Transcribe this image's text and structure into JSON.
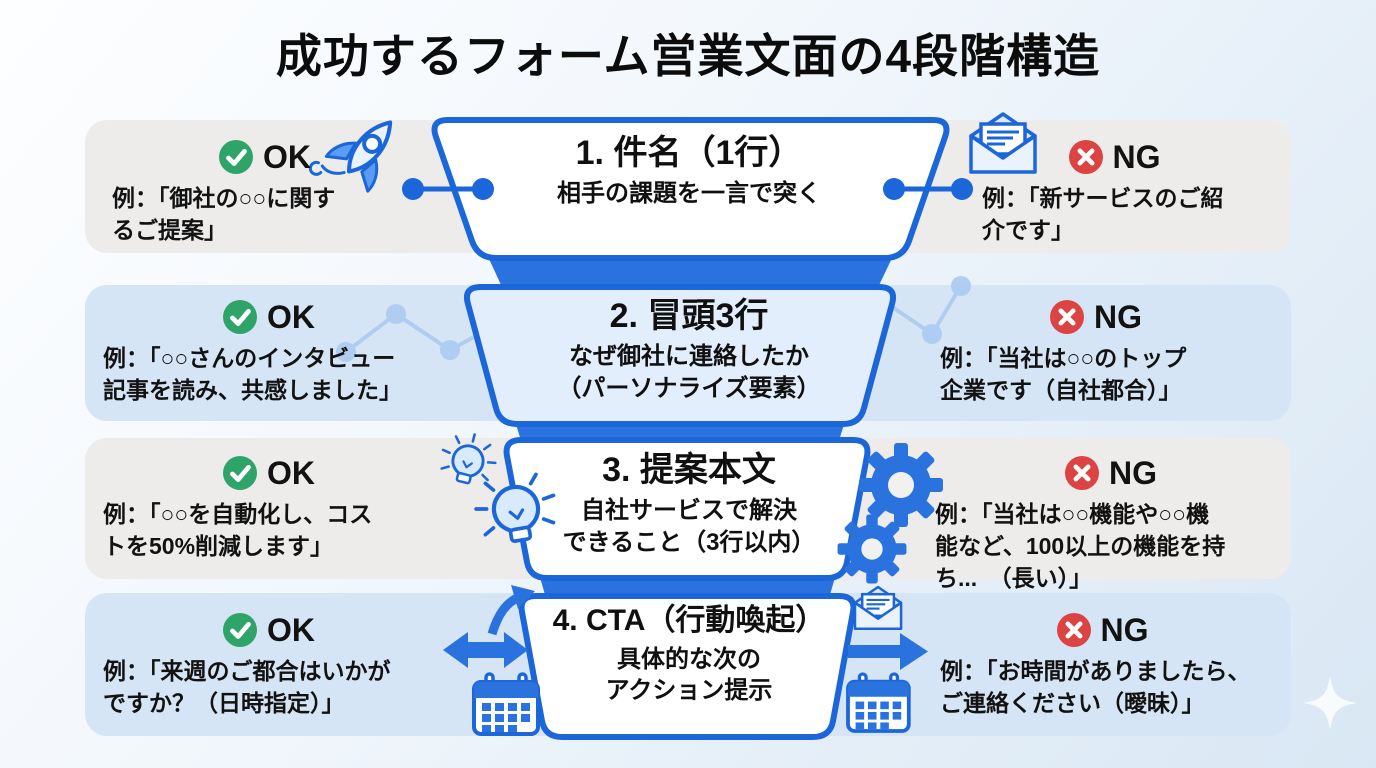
{
  "title": "成功するフォーム営業文面の4段階構造",
  "ok_label": "OK",
  "ng_label": "NG",
  "stages": [
    {
      "heading": "1. 件名（1行）",
      "subtitle": "相手の課題を一言で突く",
      "ok_example": "例：「御社の○○に関す\nるご提案」",
      "ng_example": "例：「新サービスのご紹\n介です」",
      "ok_icon": "rocket-icon",
      "ng_icon": "open-envelope-icon"
    },
    {
      "heading": "2. 冒頭3行",
      "subtitle": "なぜ御社に連絡したか\n（パーソナライズ要素）",
      "ok_example": "例：「○○さんのインタビュー\n記事を読み、共感しました」",
      "ng_example": "例：「当社は○○のトップ\n企業です（自社都合）」",
      "ok_icon": "line-chart-decoration",
      "ng_icon": "line-chart-decoration"
    },
    {
      "heading": "3. 提案本文",
      "subtitle": "自社サービスで解決\nできること（3行以内）",
      "ok_example": "例：「○○を自動化し、コス\nトを50%削減します」",
      "ng_example": "例：「当社は○○機能や○○機\n能など、100以上の機能を持\nち...　（長い）」",
      "ok_icon": "lightbulb-icon",
      "ng_icon": "gears-icon"
    },
    {
      "heading": "4. CTA（行動喚起）",
      "subtitle": "具体的な次の\nアクション提示",
      "ok_example": "例：「来週のご都合はいかが\nですか？（日時指定）」",
      "ng_example": "例：「お時間がありましたら、\nご連絡ください（曖昧）」",
      "ok_icon": "double-arrow-calendar-icon",
      "ng_icon": "envelope-arrow-calendar-icon"
    }
  ],
  "colors": {
    "funnel_blue": "#1b66d9",
    "solid_blue": "#2a72dd",
    "ok_green": "#2fa468",
    "ng_red": "#dc4343",
    "row_gray": "#edeceb",
    "row_blue": "#d6e5f5",
    "stage2_fill": "#e2eefb",
    "decor_light_blue": "#abcbf0"
  }
}
